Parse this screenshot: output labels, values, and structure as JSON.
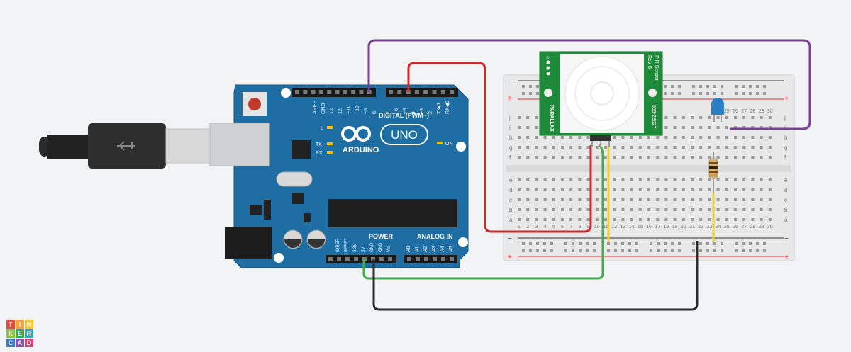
{
  "colors": {
    "background": "#f2f3f4",
    "arduino_board": "#1f6ea3",
    "wire_purple": "#7b3f99",
    "wire_red": "#cf2b2b",
    "wire_green": "#3fae4b",
    "wire_black": "#2b2b2b",
    "wire_yellow": "#e9d23a",
    "pir_board": "#1f8a3a",
    "led": "#2a7fc4"
  },
  "arduino": {
    "header_labels": [
      "AREF",
      "GND",
      "13",
      "12",
      "~11",
      "~10",
      "~9",
      "8",
      "7",
      "~6",
      "~5",
      "4",
      "~3",
      "2",
      "TX▸1",
      "RX◀0"
    ],
    "digital_label": "DIGITAL (PWM~)",
    "brand": "ARDUINO",
    "model": "UNO",
    "leds": {
      "l": "L",
      "tx": "TX",
      "rx": "RX",
      "on": "ON"
    },
    "power_label": "POWER",
    "analog_label": "ANALOG IN",
    "power_pins": [
      "IOREF",
      "RESET",
      "3.3V",
      "5V",
      "GND",
      "GND",
      "Vin"
    ],
    "analog_pins": [
      "A0",
      "A1",
      "A2",
      "A3",
      "A4",
      "A5"
    ]
  },
  "breadboard": {
    "plus": "+",
    "minus": "−",
    "top_rows": [
      "j",
      "i",
      "h",
      "g",
      "f"
    ],
    "bottom_rows": [
      "e",
      "d",
      "c",
      "b",
      "a"
    ],
    "column_numbers": [
      "1",
      "2",
      "3",
      "4",
      "5",
      "6",
      "7",
      "8",
      "9",
      "10",
      "11",
      "12",
      "13",
      "14",
      "15",
      "16",
      "17",
      "18",
      "19",
      "20",
      "21",
      "22",
      "23",
      "24",
      "25",
      "26",
      "27",
      "28",
      "29",
      "30"
    ]
  },
  "pir": {
    "pins": [
      "S",
      "+",
      "−"
    ],
    "title": "PIR Sensor",
    "rev": "Rev B",
    "brand": "PARALLAX",
    "part": "555-28027"
  },
  "logo": {
    "letters": [
      "T",
      "I",
      "N",
      "K",
      "E",
      "R",
      "C",
      "A",
      "D"
    ],
    "colors": [
      "#e44b3d",
      "#f4a13a",
      "#f2cc2f",
      "#8fc33e",
      "#3aa84d",
      "#39a7b6",
      "#3b7ec5",
      "#8a4fb3",
      "#d6417a"
    ]
  }
}
